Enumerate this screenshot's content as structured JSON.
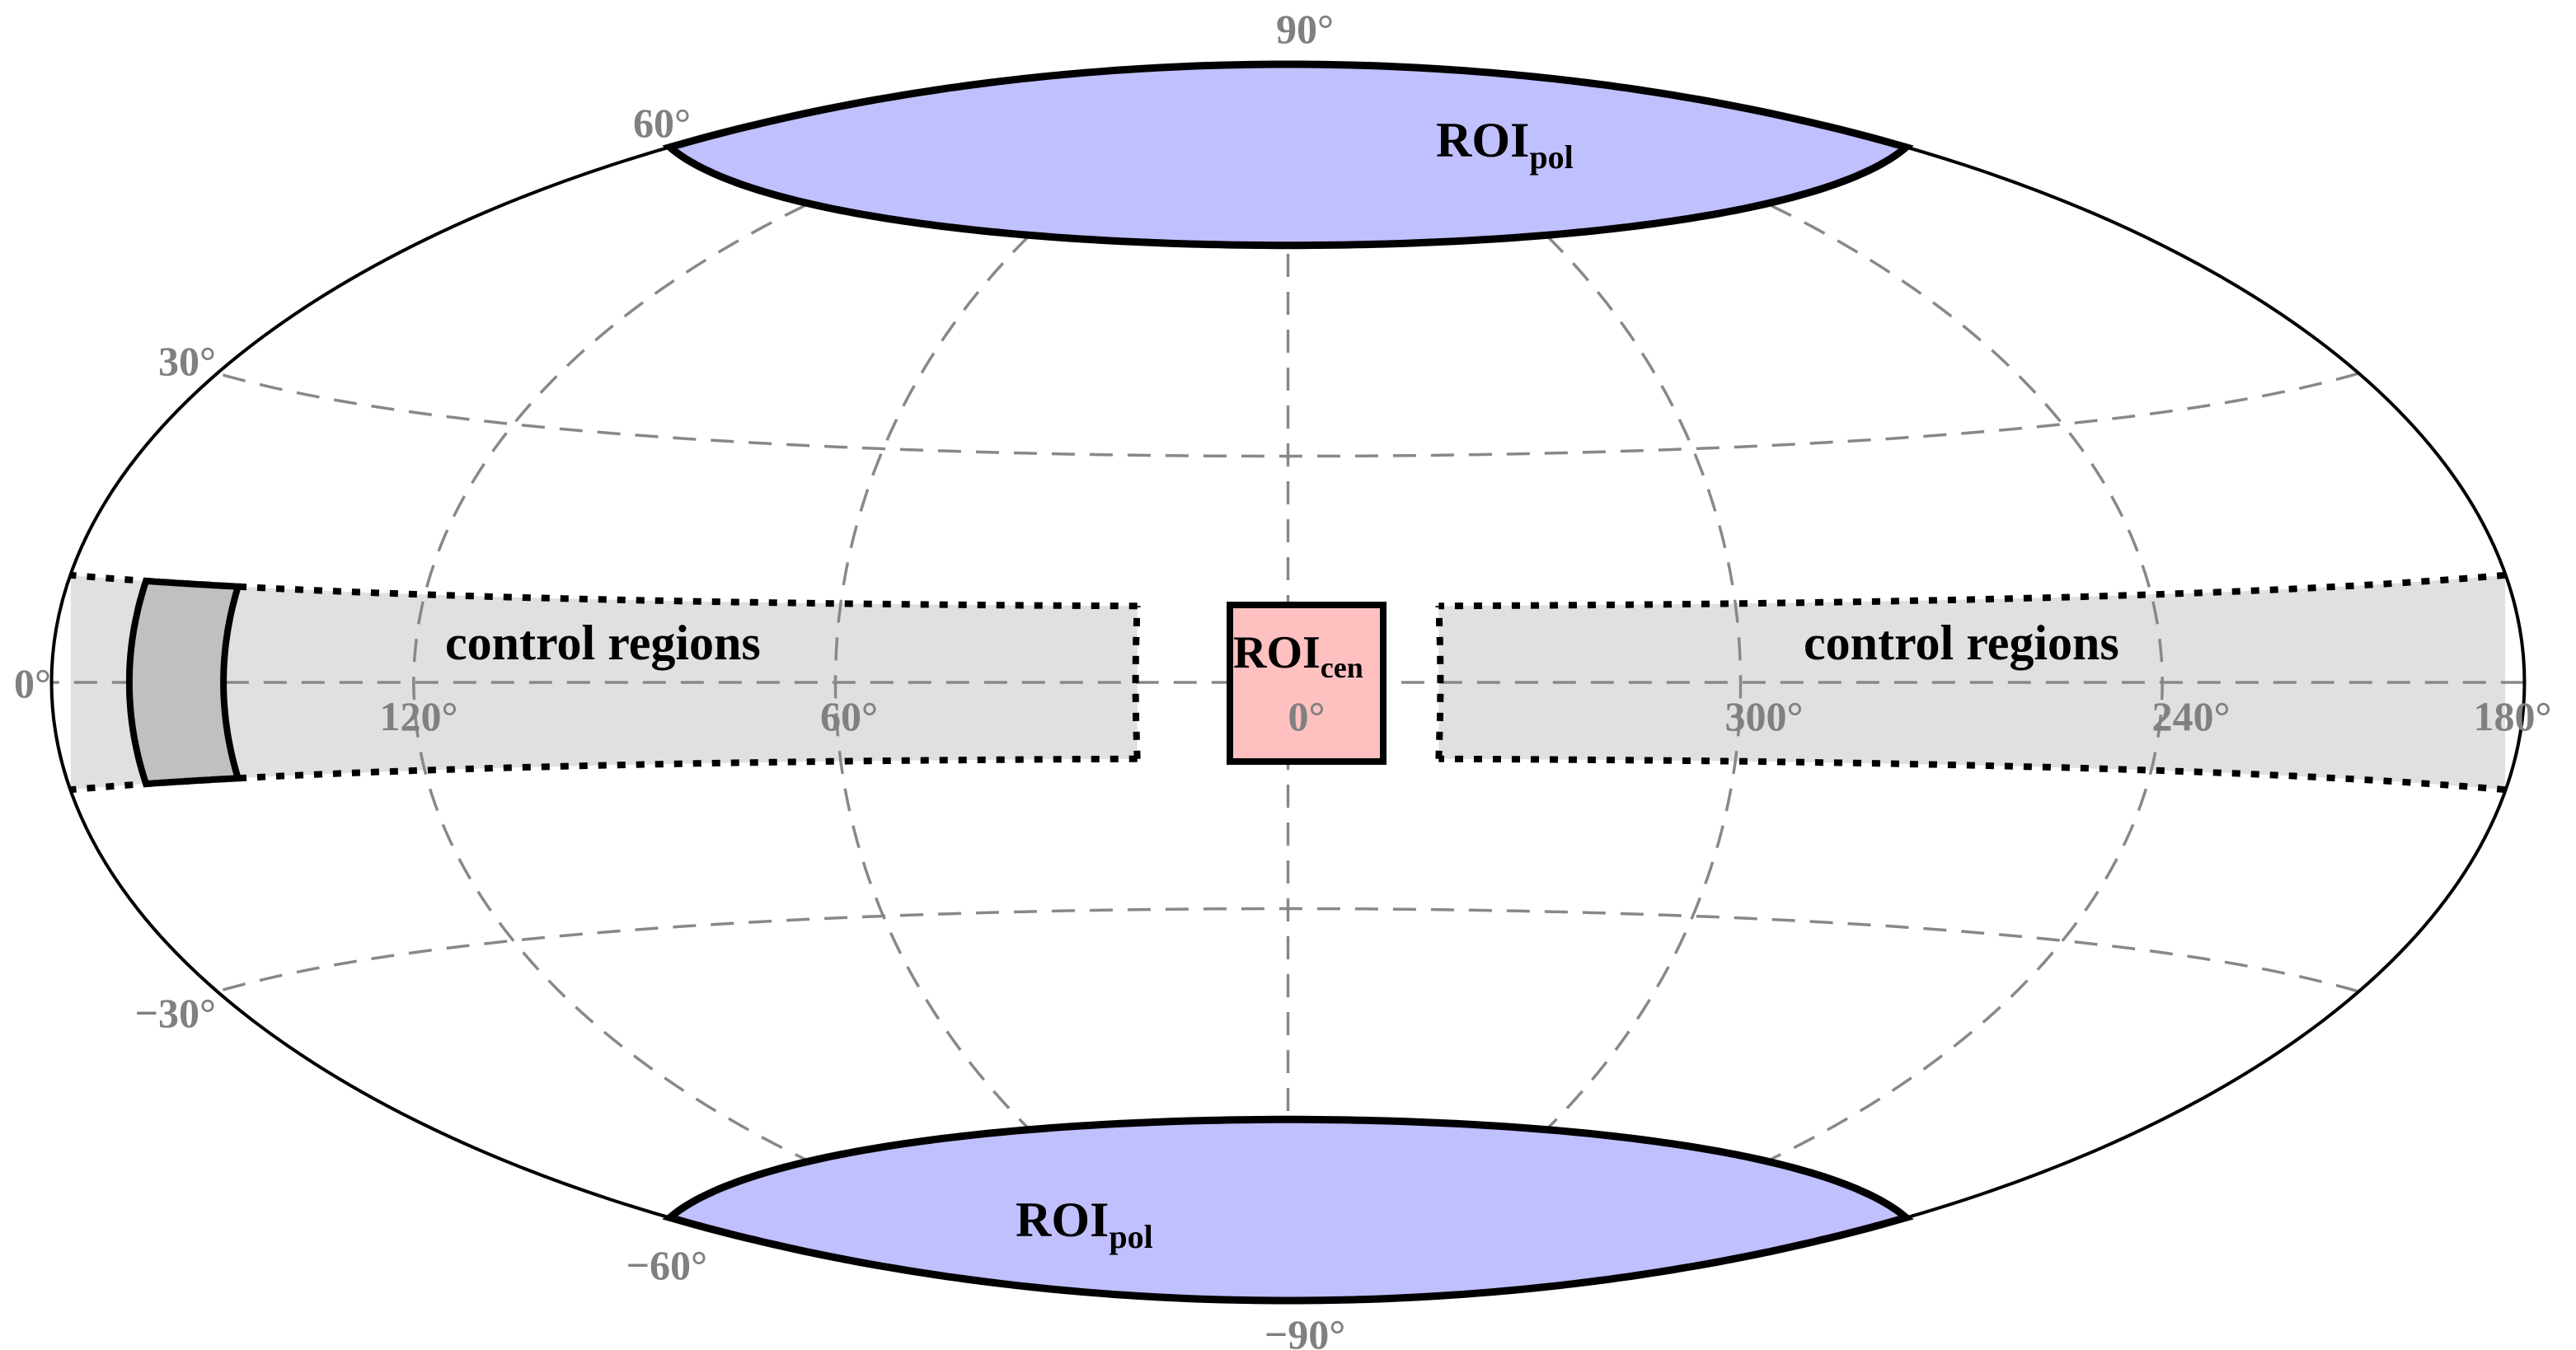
{
  "colors": {
    "polar_fill": "#c0c0ff",
    "center_fill": "#ffc0c0",
    "control_fill": "#e0e0e0",
    "control_patch_fill": "#c0c0c0",
    "grid": "#888888",
    "tick_text": "#808080"
  },
  "ticks": {
    "lat_90": "90°",
    "lat_60": "60°",
    "lat_30": "30°",
    "lat_0": "0°",
    "lat_m30": "−30°",
    "lat_m60": "−60°",
    "lat_m90": "−90°",
    "lon_120": "120°",
    "lon_60": "60°",
    "lon_0": "0°",
    "lon_300": "300°",
    "lon_240": "240°",
    "lon_180": "180°"
  },
  "labels": {
    "roi_pol": "ROI",
    "roi_pol_sub": "pol",
    "roi_cen": "ROI",
    "roi_cen_sub": "cen",
    "control_left": "control regions",
    "control_right": "control regions"
  }
}
